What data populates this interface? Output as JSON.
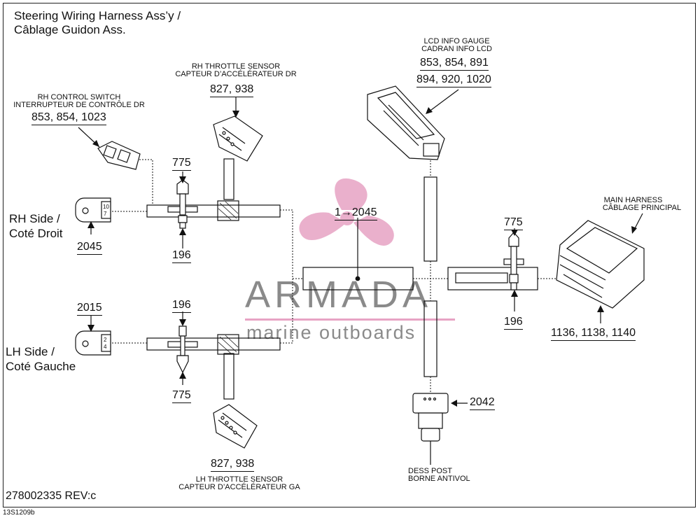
{
  "title": {
    "line1": "Steering Wiring Harness Ass’y /",
    "line2": "Câblage Guidon Ass."
  },
  "components": {
    "rh_control_switch": {
      "name_en": "RH CONTROL SWITCH",
      "name_fr": "INTERRUPTEUR DE CONTRÔLE DR",
      "refs": "853, 854, 1023"
    },
    "rh_throttle_sensor": {
      "name_en": "RH THROTTLE SENSOR",
      "name_fr": "CAPTEUR D’ACCÉLÉRATEUR DR",
      "refs": "827, 938"
    },
    "lh_throttle_sensor": {
      "name_en": "LH THROTTLE SENSOR",
      "name_fr": "CAPTEUR D’ACCÉLÉRATEUR GA",
      "refs": "827, 938"
    },
    "lcd_info_gauge": {
      "name_en": "LCD INFO GAUGE",
      "name_fr": "CADRAN INFO LCD",
      "refs_line1": "853, 854, 891",
      "refs_line2": "894, 920, 1020"
    },
    "main_harness": {
      "name_en": "MAIN HARNESS",
      "name_fr": "CÂBLAGE PRINCIPAL",
      "refs": "1136, 1138, 1140"
    },
    "dess_post": {
      "name_en": "DESS POST",
      "name_fr": "BORNE ANTIVOL",
      "ref": "2042"
    }
  },
  "sides": {
    "rh": {
      "line1": "RH Side /",
      "line2": "Coté Droit",
      "ref": "2045",
      "pin_top": "10",
      "pin_bottom": "7"
    },
    "lh": {
      "line1": "LH Side /",
      "line2": "Coté Gauche",
      "ref": "2015",
      "pin_top": "2",
      "pin_bottom": "4"
    }
  },
  "fasteners": {
    "rh_upper": "775",
    "rh_lower": "196",
    "lh_upper": "196",
    "lh_lower": "775",
    "main_upper": "775",
    "main_lower": "196"
  },
  "junction": {
    "arrow_label": "1→2045"
  },
  "footer": {
    "part_number": "278002335 REV:c",
    "code": "13S1209b"
  },
  "watermark": {
    "brand": "ARMADA",
    "tagline": "marine outboards",
    "logo_color": "#e7a3c4"
  }
}
